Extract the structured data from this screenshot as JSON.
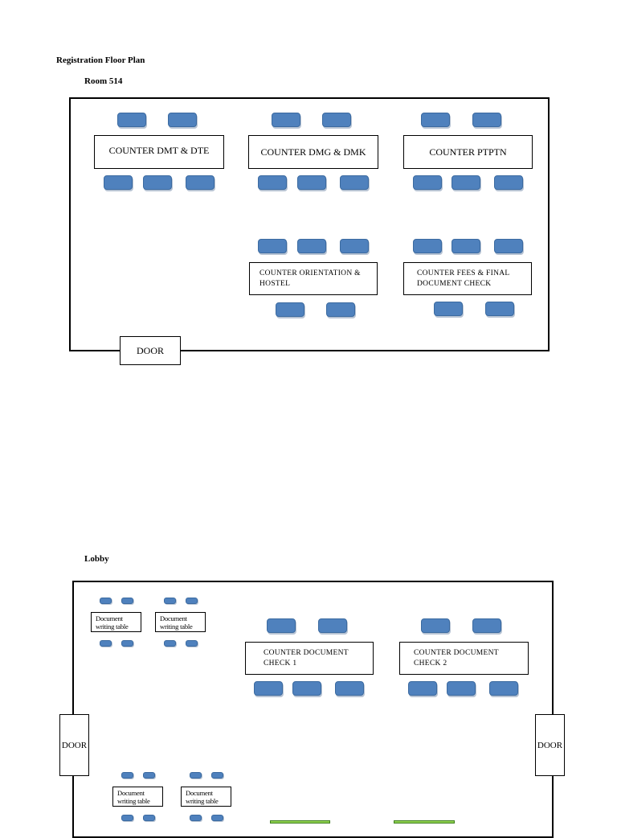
{
  "titles": {
    "floor_plan": "Registration Floor Plan",
    "room514": "Room 514",
    "lobby": "Lobby"
  },
  "room514": {
    "counters": {
      "dmt_dte": "COUNTER DMT & DTE",
      "dmg_dmk": "COUNTER DMG & DMK",
      "ptptn": "COUNTER PTPTN",
      "orientation": "COUNTER ORIENTATION &\nHOSTEL",
      "fees": "COUNTER FEES & FINAL\nDOCUMENT CHECK"
    },
    "door": "DOOR"
  },
  "lobby": {
    "counters": {
      "doc_check_1": "COUNTER DOCUMENT\nCHECK 1",
      "doc_check_2": "COUNTER DOCUMENT\nCHECK 2"
    },
    "writing_table": "Document\nwriting table",
    "door_left": "DOOR",
    "door_right": "DOOR"
  },
  "colors": {
    "seat": "#4f81bd",
    "green_block": "#8fd14f"
  }
}
